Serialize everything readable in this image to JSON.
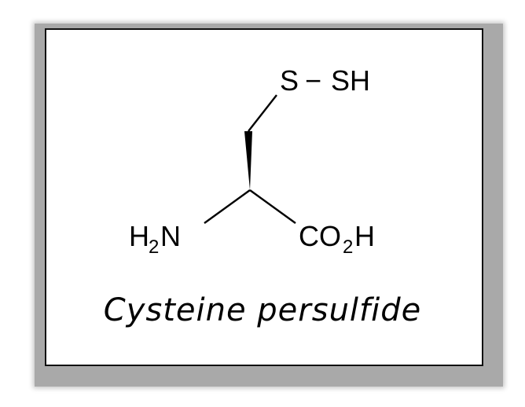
{
  "molecule": {
    "atoms": {
      "s1": "S",
      "bond_ss": "−",
      "s2": "SH",
      "n_h": "H",
      "n_sub": "2",
      "n": "N",
      "co": "CO",
      "co_sub": "2",
      "co_h": "H"
    },
    "caption": "Cysteine persulfide"
  }
}
